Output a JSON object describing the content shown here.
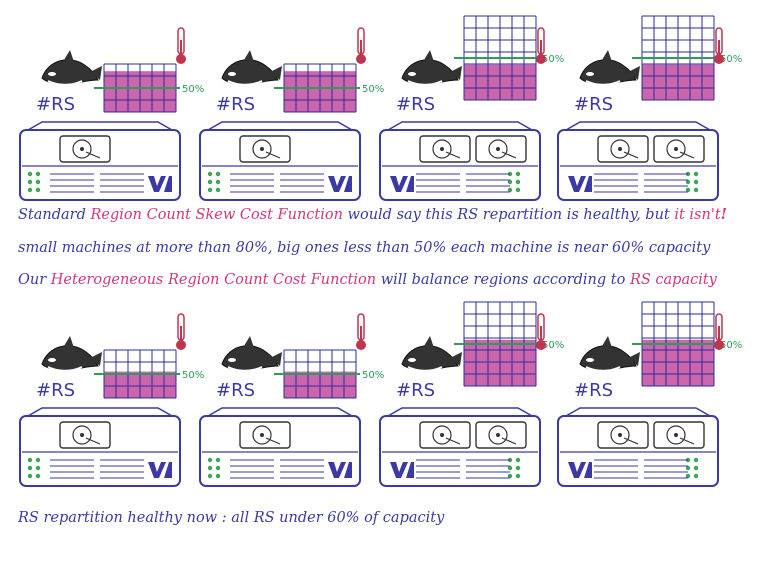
{
  "colors": {
    "ink": "#3b3aa5",
    "pink": "#d0387e",
    "fill": "#c24b9e",
    "grid": "#2b2c9a",
    "line50": "#2f9a5a",
    "thermo": "#c0354e",
    "led": "#3aa655",
    "whale": "#333333"
  },
  "icons": {
    "whale": "orca-icon",
    "thermo": "thermometer-icon",
    "disk": "hard-disk-icon",
    "logo": "vendor-logo-icon"
  },
  "servers_before": [
    {
      "label": "#RS",
      "size": "small",
      "fill_pct": 85,
      "line_label": "50%"
    },
    {
      "label": "#RS",
      "size": "small",
      "fill_pct": 85,
      "line_label": "50%"
    },
    {
      "label": "#RS",
      "size": "large",
      "fill_pct": 42,
      "line_label": "50%"
    },
    {
      "label": "#RS",
      "size": "large",
      "fill_pct": 42,
      "line_label": "50%"
    }
  ],
  "servers_after": [
    {
      "label": "#RS",
      "size": "small",
      "fill_pct": 55,
      "line_label": "50%"
    },
    {
      "label": "#RS",
      "size": "small",
      "fill_pct": 55,
      "line_label": "50%"
    },
    {
      "label": "#RS",
      "size": "large",
      "fill_pct": 55,
      "line_label": "50%"
    },
    {
      "label": "#RS",
      "size": "large",
      "fill_pct": 55,
      "line_label": "50%"
    }
  ],
  "caption1": {
    "part1": "Standard ",
    "highlight": "Region Count Skew Cost Function",
    "part2": " would say this RS repartition is healthy, but ",
    "emphasis": "it isn't",
    "bang": "!"
  },
  "caption2": "small machines at more than 80%, big ones less than 50% each machine is near 60% capacity",
  "caption3": {
    "part1": "Our ",
    "highlight": "Heterogeneous Region Count Cost Function",
    "part2": " will balance regions according to ",
    "emphasis": "RS capacity"
  },
  "caption4": "RS repartition healthy now : all RS under 60% of capacity"
}
